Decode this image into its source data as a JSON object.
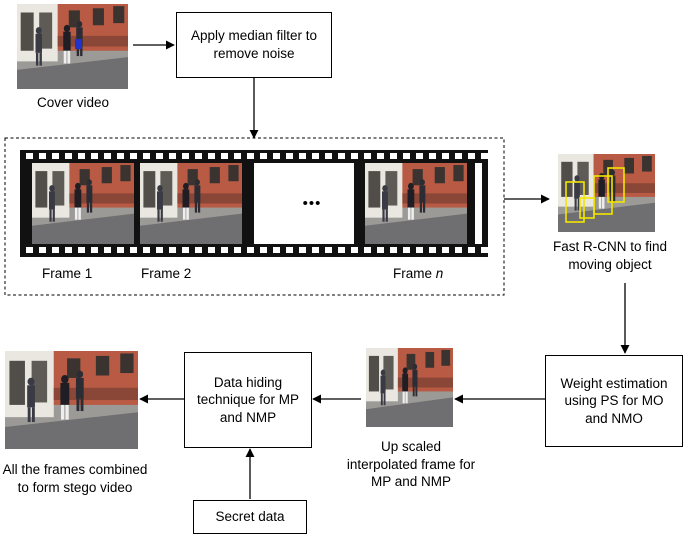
{
  "nodes": {
    "cover_video": "Cover video",
    "median_filter": "Apply median filter to remove noise",
    "frame_1": "Frame 1",
    "frame_2": "Frame 2",
    "frame_n_prefix": "Frame ",
    "frame_n_suffix": "n",
    "ellipsis": "•••",
    "fast_rcnn": "Fast R-CNN to find moving object",
    "weight_estimation": "Weight estimation using PS for MO and NMO",
    "upscaled_frame": "Up scaled interpolated  frame for MP and NMP",
    "data_hiding": "Data hiding technique for MP and NMP",
    "secret_data": "Secret data",
    "stego_video": "All the frames combined to form stego video"
  },
  "colors": {
    "film": "#111111",
    "detection_box": "#f2e600",
    "marker": "#2233cc"
  }
}
